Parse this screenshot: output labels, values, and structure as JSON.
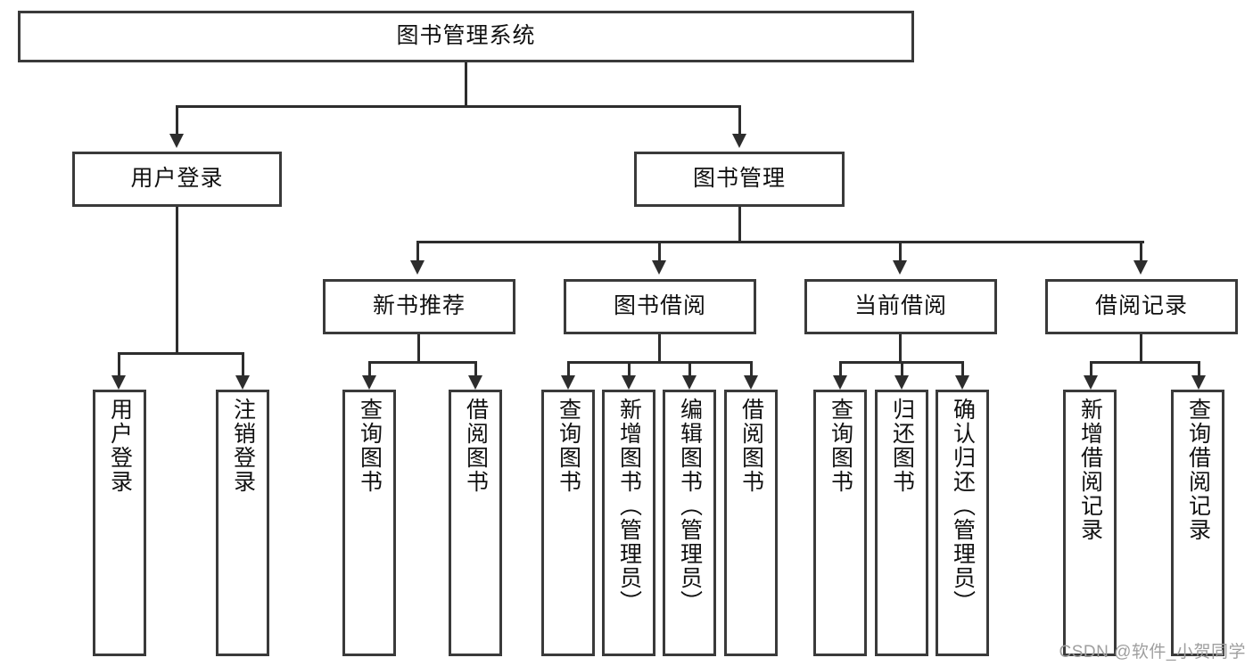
{
  "diagram": {
    "title": "图书管理系统",
    "type": "hierarchy-tree",
    "root": {
      "id": "root",
      "label": "图书管理系统"
    },
    "level2": [
      {
        "id": "user-login",
        "label": "用户登录"
      },
      {
        "id": "book-manage",
        "label": "图书管理"
      }
    ],
    "level3": [
      {
        "id": "new-book-recommend",
        "label": "新书推荐"
      },
      {
        "id": "book-borrow",
        "label": "图书借阅"
      },
      {
        "id": "current-borrow",
        "label": "当前借阅"
      },
      {
        "id": "borrow-record",
        "label": "借阅记录"
      }
    ],
    "leaves": {
      "user_login": [
        {
          "id": "leaf-user-login",
          "label": "用户登录"
        },
        {
          "id": "leaf-user-logout",
          "label": "注销登录"
        }
      ],
      "new_book_recommend": [
        {
          "id": "leaf-query-book-1",
          "label": "查询图书"
        },
        {
          "id": "leaf-borrow-book-1",
          "label": "借阅图书"
        }
      ],
      "book_borrow": [
        {
          "id": "leaf-query-book-2",
          "label": "查询图书"
        },
        {
          "id": "leaf-add-book",
          "label": "新增图书（管理员）"
        },
        {
          "id": "leaf-edit-book",
          "label": "编辑图书（管理员）"
        },
        {
          "id": "leaf-borrow-book-2",
          "label": "借阅图书"
        }
      ],
      "current_borrow": [
        {
          "id": "leaf-query-book-3",
          "label": "查询图书"
        },
        {
          "id": "leaf-return-book",
          "label": "归还图书"
        },
        {
          "id": "leaf-confirm-return",
          "label": "确认归还（管理员）"
        }
      ],
      "borrow_record": [
        {
          "id": "leaf-add-record",
          "label": "新增借阅记录"
        },
        {
          "id": "leaf-query-record",
          "label": "查询借阅记录"
        }
      ]
    }
  },
  "watermark": {
    "text": "CSDN @软件_小贺同学"
  },
  "colors": {
    "box_border": "#3a3a3a",
    "connector": "#2d2d2d",
    "background": "#ffffff",
    "text": "#111111",
    "watermark": "#9f9f9f"
  }
}
